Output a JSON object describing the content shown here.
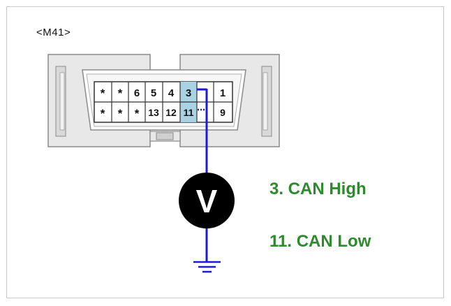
{
  "connector": {
    "label": "<M41>",
    "top_row": [
      "*",
      "*",
      "6",
      "5",
      "4",
      "3",
      "",
      "1"
    ],
    "bottom_row": [
      "*",
      "*",
      "*",
      "13",
      "12",
      "11",
      "",
      "9"
    ],
    "highlighted_pins": [
      "3",
      "11"
    ]
  },
  "meter": {
    "symbol": "V"
  },
  "legend": [
    {
      "text": "3. CAN High"
    },
    {
      "text": "11. CAN Low"
    }
  ],
  "colors": {
    "wire": "#1a1adb",
    "legend_text": "#2d8a2d",
    "highlight": "#a9d3e2",
    "connector_body": "#e6e6e6",
    "connector_outline": "#8a8a8a"
  },
  "icons": [
    "ground-icon",
    "voltmeter-icon"
  ]
}
